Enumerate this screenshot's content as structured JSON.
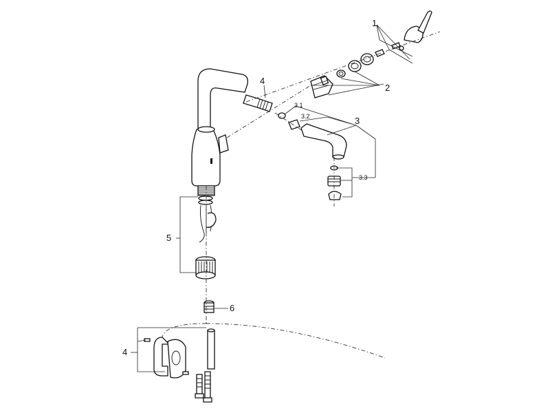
{
  "labels": {
    "l1": "1",
    "l2": "2",
    "l3": "3",
    "l3_1": "3.1",
    "l3_2": "3.2",
    "l3_3": "3.3",
    "l4_top": "4",
    "l4_bottom": "4",
    "l5": "5",
    "l6": "6"
  }
}
